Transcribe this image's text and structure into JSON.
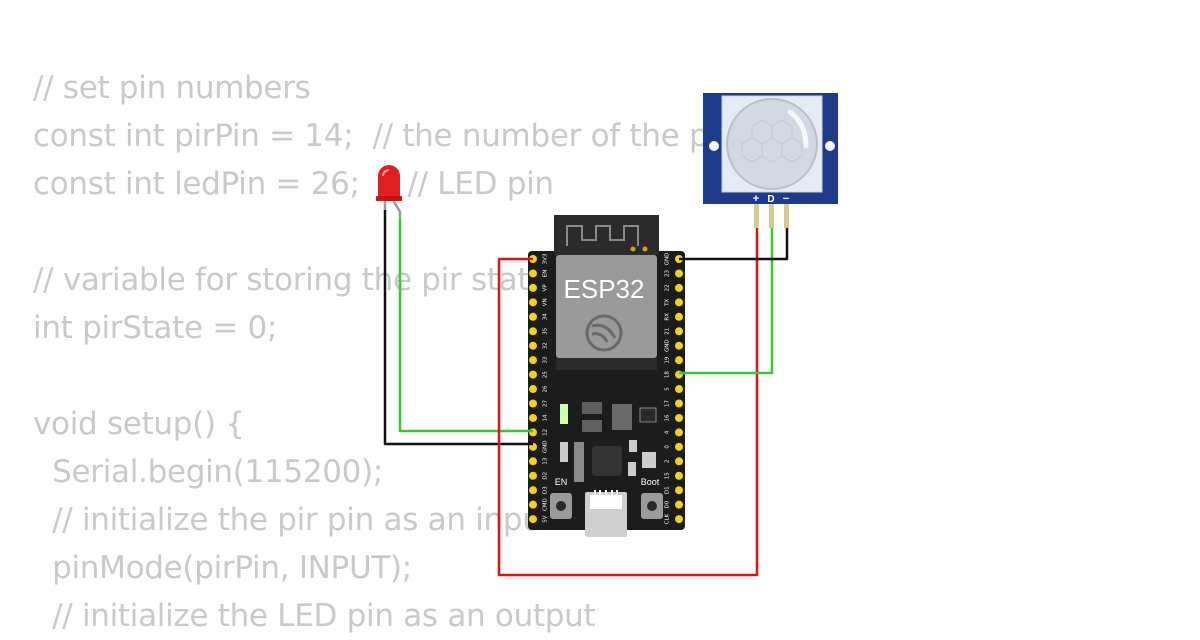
{
  "code_lines": [
    "// set pin numbers",
    "const int pirPin = 14;  // the number of the pir pin",
    "const int ledPin = 26;     // LED pin",
    "",
    "// variable for storing the pir state",
    "int pirState = 0;",
    "",
    "void setup() {",
    "  Serial.begin(115200);",
    "  // initialize the pir pin as an input",
    "  pinMode(pirPin, INPUT);",
    "  // initialize the LED pin as an output"
  ],
  "board": {
    "name": "ESP32",
    "en_label": "EN",
    "boot_label": "Boot",
    "left_pins": [
      "3V3",
      "EN",
      "VP",
      "VN",
      "34",
      "35",
      "32",
      "33",
      "25",
      "26",
      "27",
      "14",
      "12",
      "GND",
      "13",
      "D2",
      "D3",
      "CMD",
      "5V"
    ],
    "right_pins": [
      "GND",
      "23",
      "22",
      "TX",
      "RX",
      "21",
      "GND",
      "19",
      "18",
      "5",
      "17",
      "16",
      "4",
      "0",
      "2",
      "15",
      "D1",
      "D0",
      "CLK"
    ]
  },
  "pir_sensor": {
    "pin_labels": [
      "+",
      "D",
      "−"
    ]
  },
  "colors": {
    "code_text": "#c9c9c9",
    "board_body": "#1c1c1c",
    "pin_pad": "#f2d21d",
    "module_shield": "#9a9a9a",
    "pir_board": "#1f3a8a",
    "led": "#e02020",
    "wire_red": "#e01010",
    "wire_green": "#3ac43a",
    "wire_black": "#111111"
  }
}
